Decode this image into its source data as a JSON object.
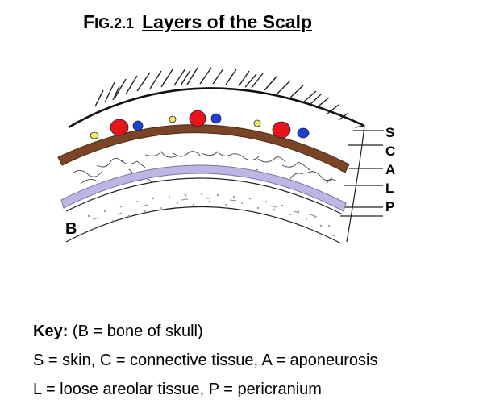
{
  "title": {
    "fig_first": "F",
    "fig_rest": "IG.2.1",
    "name": "Layers of the Scalp"
  },
  "diagram": {
    "layer_letters": [
      "S",
      "C",
      "A",
      "L",
      "P"
    ],
    "bone_label": "B",
    "colors": {
      "skin_outline": "#111111",
      "connective_tissue": "#ffffff",
      "aponeurosis": "#7a4526",
      "loose_areolar": "#ffffff",
      "pericranium": "#bdb6e3",
      "bone_speckle": "#9a9a9a",
      "artery": "#e8141c",
      "vein": "#1c3fd6",
      "nerve": "#f6ec62"
    }
  },
  "key": {
    "heading": "Key:",
    "heading_rest": " (B = bone of skull)",
    "line2": "S = skin, C = connective tissue, A = aponeurosis",
    "line3": "L = loose areolar tissue, P = pericranium"
  }
}
